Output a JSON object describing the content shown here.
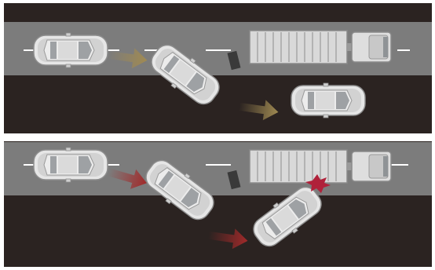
{
  "diagram": {
    "panels": [
      {
        "id": "top",
        "outcome": "avoided"
      },
      {
        "id": "bottom",
        "outcome": "collision"
      }
    ],
    "colors": {
      "frame": "#2b2321",
      "road": "#7c7c7c",
      "lane_marking": "#ffffff",
      "panel_divider": "#ffffff",
      "car_body": "#e6e6e6",
      "car_shade": "#bdbdbd",
      "truck_body": "#d9d9d9",
      "arrow_safe": "#a08a52",
      "arrow_danger": "#a12a2a",
      "impact_flash": "#b0213a",
      "debris": "#3a3a3a"
    },
    "icons": [
      "car-icon",
      "truck-icon",
      "motion-arrow-icon",
      "impact-burst-icon",
      "road-debris-icon"
    ]
  }
}
